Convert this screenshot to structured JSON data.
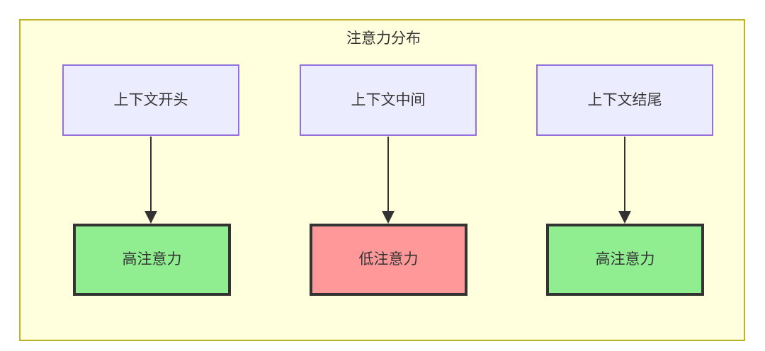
{
  "diagram": {
    "title": "注意力分布",
    "container": {
      "background_color": "#ffffde",
      "border_color": "#bcb425"
    },
    "columns": [
      {
        "source": {
          "label": "上下文开头",
          "fill_color": "#ececff",
          "border_color": "#9370db"
        },
        "target": {
          "label": "高注意力",
          "fill_color": "#90ee90",
          "border_color": "#333333"
        },
        "edge": {
          "arrow": "arrow-down-icon",
          "color": "#333333"
        }
      },
      {
        "source": {
          "label": "上下文中间",
          "fill_color": "#ececff",
          "border_color": "#9370db"
        },
        "target": {
          "label": "低注意力",
          "fill_color": "#ff9999",
          "border_color": "#333333"
        },
        "edge": {
          "arrow": "arrow-down-icon",
          "color": "#333333"
        }
      },
      {
        "source": {
          "label": "上下文结尾",
          "fill_color": "#ececff",
          "border_color": "#9370db"
        },
        "target": {
          "label": "高注意力",
          "fill_color": "#90ee90",
          "border_color": "#333333"
        },
        "edge": {
          "arrow": "arrow-down-icon",
          "color": "#333333"
        }
      }
    ]
  }
}
